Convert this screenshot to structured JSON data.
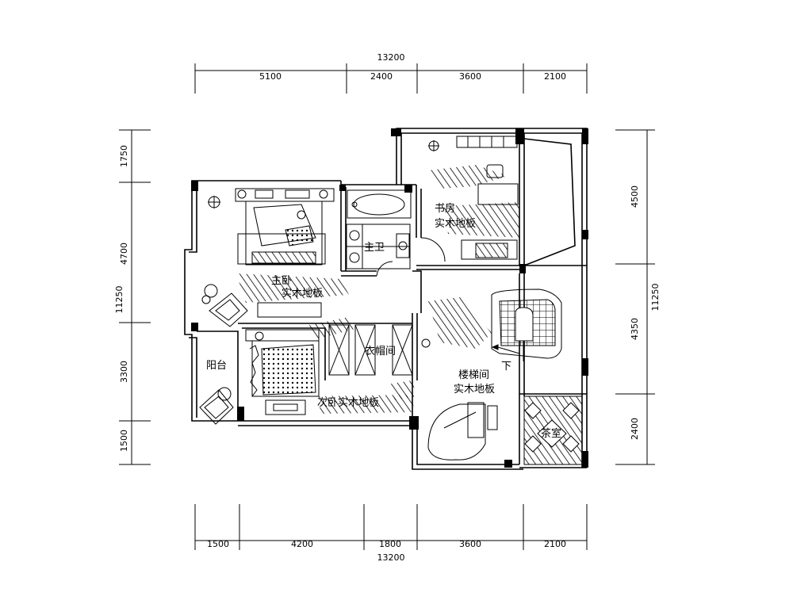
{
  "dims": {
    "top_total": "13200",
    "top": [
      "5100",
      "2400",
      "3600",
      "2100"
    ],
    "bottom": [
      "1500",
      "4200",
      "1800",
      "3600",
      "2100"
    ],
    "bottom_total": "13200",
    "left_total": "11250",
    "left": [
      "1750",
      "4700",
      "3300",
      "1500"
    ],
    "right_total": "11250",
    "right": [
      "4500",
      "4350",
      "2400"
    ]
  },
  "rooms": {
    "master_bedroom": "主卧",
    "master_floor": "实木地板",
    "master_bath": "主卫",
    "study": "书房",
    "study_floor": "实木地板",
    "balcony": "阳台",
    "closet": "衣帽间",
    "second_bedroom": "次卧实木地板",
    "stairwell": "楼梯间",
    "stairwell_floor": "实木地板",
    "stair_down": "下",
    "tea_room": "茶室"
  }
}
